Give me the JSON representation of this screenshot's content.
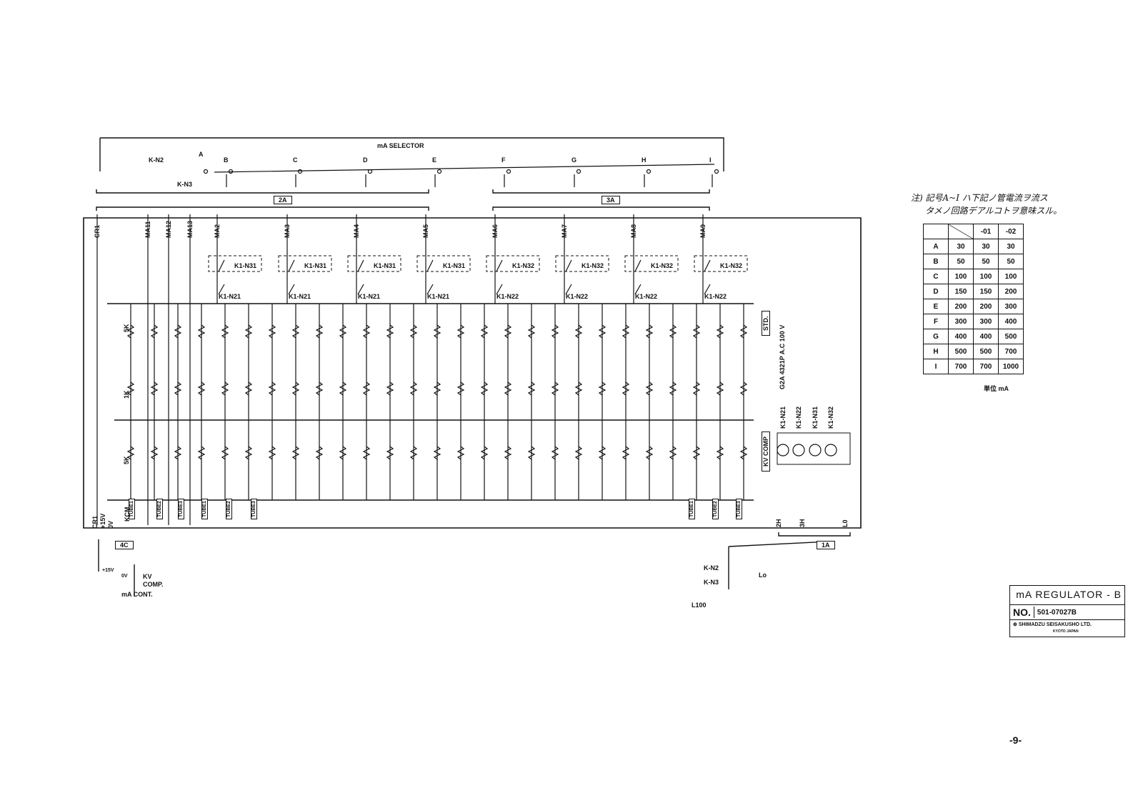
{
  "selector": {
    "title": "mA SELECTOR",
    "positions": [
      "A",
      "B",
      "C",
      "D",
      "E",
      "F",
      "G",
      "H",
      "I"
    ],
    "relay_top": "K-N2",
    "relay_bottom": "K-N3"
  },
  "groups": {
    "left": "2A",
    "right": "3A",
    "lower_left": "4C",
    "lower_right": "1A"
  },
  "left_terms": [
    "CR1",
    "MA11",
    "MA12",
    "MA13"
  ],
  "ma_terms": [
    "MA2",
    "MA3",
    "MA4",
    "MA5",
    "MA6",
    "MA7",
    "MA8",
    "MA9"
  ],
  "relay_labels": [
    "K1-N31",
    "K1-N31",
    "K1-N31",
    "K1-N31",
    "K1-N32",
    "K1-N32",
    "K1-N32",
    "K1-N32"
  ],
  "sub_relays": [
    "K1-N21",
    "K1-N21",
    "K1-N21",
    "K1-N21",
    "K1-N22",
    "K1-N22",
    "K1-N22",
    "K1-N22"
  ],
  "left_res": {
    "r1": "5K",
    "r2": "1K",
    "r3": "5K"
  },
  "tube_labels": [
    "TUBE1",
    "TUBE2",
    "TUBE3",
    "TUBE1",
    "TUBE2",
    "TUBE3",
    "TUBE1",
    "TUBE2",
    "TUBE3"
  ],
  "side_labels": {
    "std": "STD.",
    "kv_comp_box": "KV COMP",
    "relay_part": "G2A 4321P  A.C 100 V",
    "kcm": "KCM",
    "cr1b": "CR1",
    "p15": "+15V",
    "ov": "0V"
  },
  "coil_labels": [
    "K1-N21",
    "K1-N22",
    "K1-N31",
    "K1-N32"
  ],
  "bus_labels": [
    "2H",
    "3H",
    "L0"
  ],
  "lower_left": {
    "p15": "+15V",
    "ov": "0V",
    "kv": "KV",
    "comp": "COMP.",
    "ma_cont": "mA CONT."
  },
  "lower_right": {
    "kn2": "K-N2",
    "kn3": "K-N3",
    "l100": "L100",
    "lo": "Lo"
  },
  "note": {
    "line1": "注) 記号A~I ハ下記ノ管電流ヲ流ス",
    "line2": "タメノ回路デアルコトヲ意味スル。"
  },
  "table": {
    "headers": [
      "",
      "",
      "-01",
      "-02"
    ],
    "rows": [
      [
        "A",
        "30",
        "30",
        "30"
      ],
      [
        "B",
        "50",
        "50",
        "50"
      ],
      [
        "C",
        "100",
        "100",
        "100"
      ],
      [
        "D",
        "150",
        "150",
        "200"
      ],
      [
        "E",
        "200",
        "200",
        "300"
      ],
      [
        "F",
        "300",
        "300",
        "400"
      ],
      [
        "G",
        "400",
        "400",
        "500"
      ],
      [
        "H",
        "500",
        "500",
        "700"
      ],
      [
        "I",
        "700",
        "700",
        "1000"
      ]
    ],
    "unit": "単位 mA"
  },
  "title_block": {
    "title": "mA  REGULATOR - B",
    "no_label": "NO.",
    "drawing_no": "501-07027B",
    "company": "SHIMADZU SEISAKUSHO LTD.",
    "country": "KYOTO  JAPAN"
  },
  "page_number": "-9-"
}
